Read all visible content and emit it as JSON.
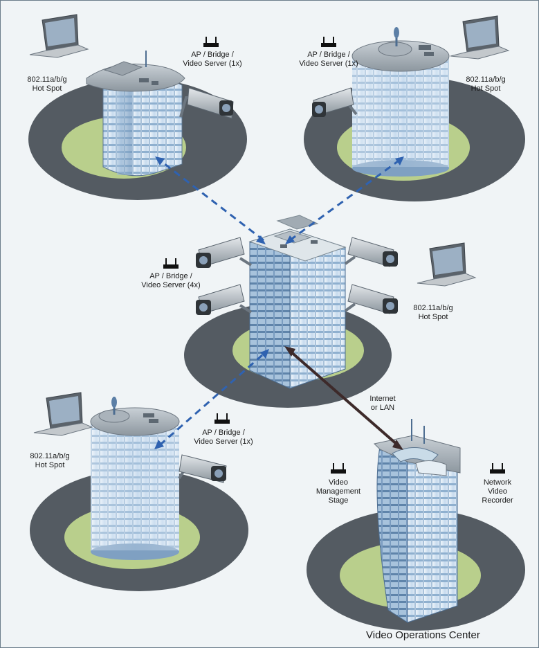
{
  "hotspot_label": [
    "802.11a/b/g",
    "Hot Spot"
  ],
  "ap_single_label": [
    "AP / Bridge /",
    "Video Server (1x)"
  ],
  "ap_quad_label": [
    "AP / Bridge /",
    "Video Server (4x)"
  ],
  "link_label": [
    "Internet",
    "or LAN"
  ],
  "vms_label": [
    "Video",
    "Management",
    "Stage"
  ],
  "nvr_label": [
    "Network",
    "Video",
    "Recorder"
  ],
  "caption": "Video Operations Center",
  "colors": {
    "ground_ring": "#545b62",
    "lawn": "#b9cf8c",
    "wireless_link": "#2f62b0",
    "wired_link": "#3d2a2a",
    "building_glass": "#cfe0ef",
    "building_window": "#7fa3c8"
  }
}
